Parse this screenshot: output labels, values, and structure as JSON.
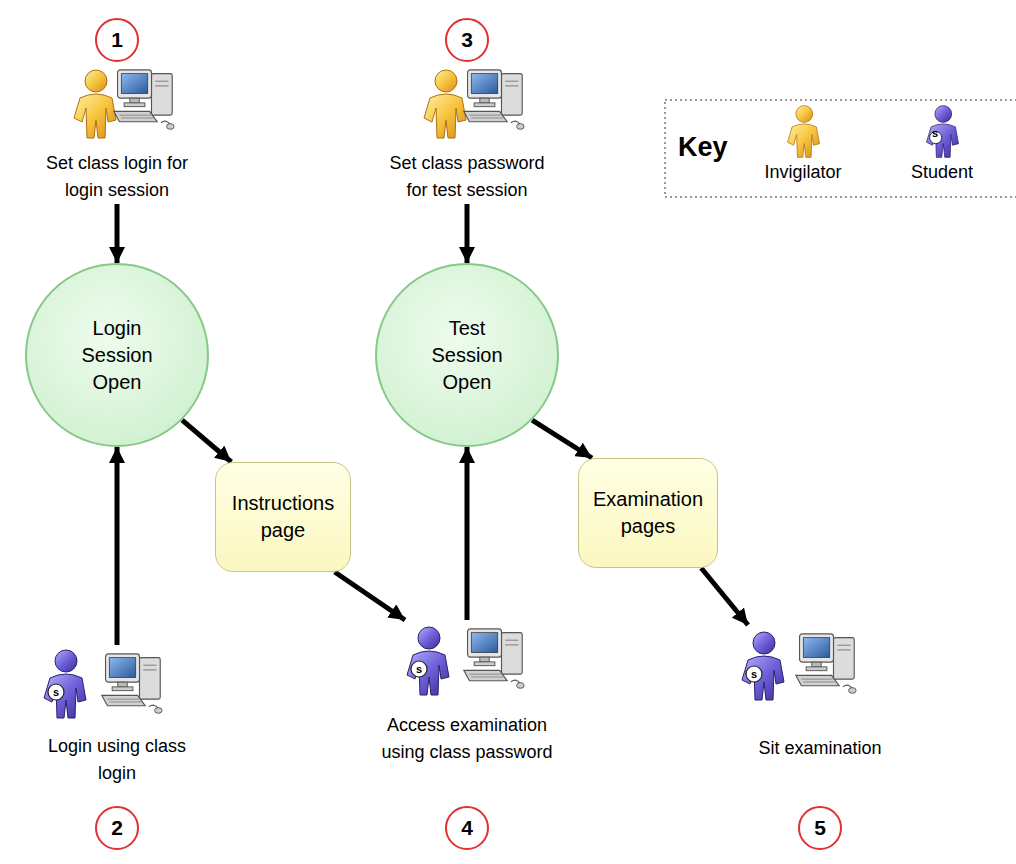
{
  "diagram": {
    "nodes": [
      {
        "text": [
          "Set class login for login session"
        ]
      },
      {
        "text": [
          "Login Session Open"
        ]
      },
      {
        "text": [
          "Instructions page"
        ]
      },
      {
        "text": [
          "Login using class login"
        ]
      },
      {
        "text": [
          "Set class password for test session"
        ]
      },
      {
        "text": [
          "Test Session Open"
        ]
      },
      {
        "text": [
          "Examination pages"
        ]
      },
      {
        "text": [
          "Access examination using class password"
        ]
      },
      {
        "text": [
          "Sit examination"
        ]
      }
    ],
    "edges": [
      {
        "from": 0,
        "to": 1,
        "arrow": "to"
      },
      {
        "from": 3,
        "to": 1,
        "arrow": "to"
      },
      {
        "from": 1,
        "to": 2,
        "arrow": "to"
      },
      {
        "from": 2,
        "to": 7,
        "arrow": "to"
      },
      {
        "from": 4,
        "to": 5,
        "arrow": "to"
      },
      {
        "from": 7,
        "to": 5,
        "arrow": "to"
      },
      {
        "from": 5,
        "to": 6,
        "arrow": "to"
      },
      {
        "from": 6,
        "to": 8,
        "arrow": "to"
      }
    ],
    "labels": [
      "1",
      "3",
      "Key",
      "s",
      "s",
      "2",
      "s",
      "4",
      "s",
      "5"
    ],
    "legend": [
      {
        "text": "Invigilator"
      },
      {
        "text": "Student"
      }
    ]
  }
}
